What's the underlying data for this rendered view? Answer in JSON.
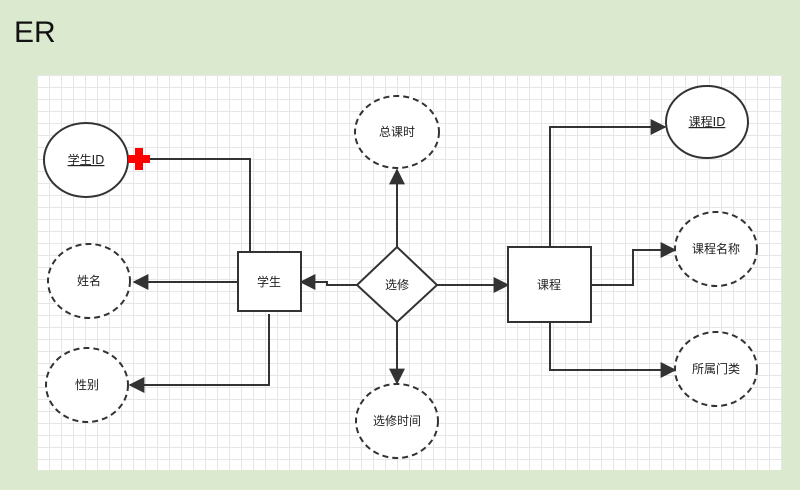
{
  "title": "ER",
  "entities": {
    "student": "学生",
    "course": "课程"
  },
  "relationship": {
    "enroll": "选修"
  },
  "attributes": {
    "student_id": "学生ID",
    "name": "姓名",
    "gender": "性别",
    "total_hours": "总课时",
    "enroll_time": "选修时间",
    "course_id": "课程ID",
    "course_name": "课程名称",
    "category": "所属门类"
  },
  "colors": {
    "background": "#dbe9cf",
    "stroke": "#333333",
    "marker": "#ff0000"
  },
  "icons": {
    "marker": "red-cross-icon"
  }
}
